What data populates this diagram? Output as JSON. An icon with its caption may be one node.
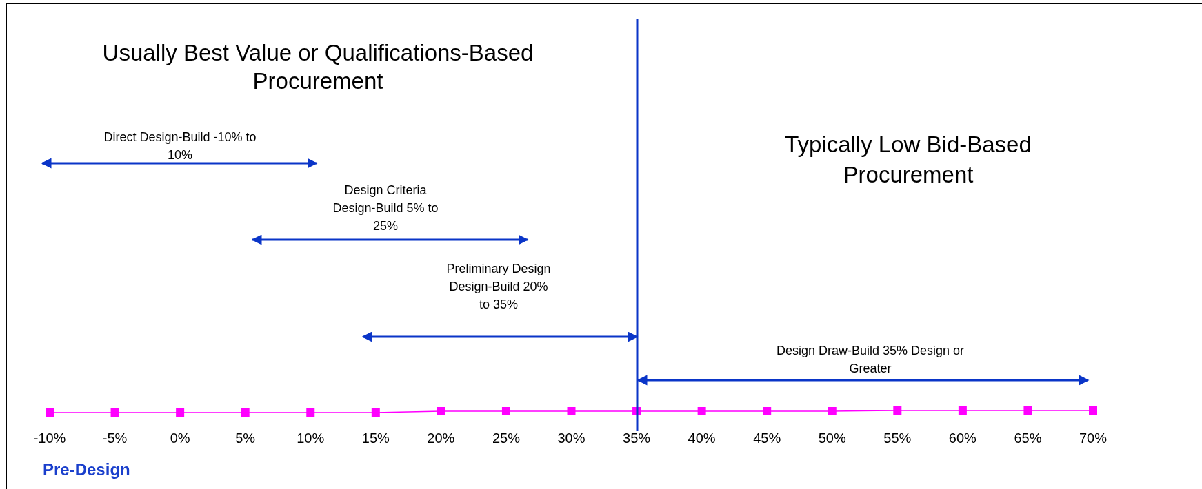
{
  "diagram": {
    "labels": [
      "Usually Best Value or Qualifications-Based Procurement",
      "Direct Design-Build -10% to 10%",
      "Design Criteria Design-Build 5% to 25%",
      "Preliminary Design Design-Build 20% to 35%",
      "Typically Low Bid-Based Procurement",
      "Design Draw-Build 35% Design or Greater",
      "-10%",
      "-5%",
      "0%",
      "5%",
      "10%",
      "15%",
      "20%",
      "25%",
      "30%",
      "35%",
      "40%",
      "45%",
      "50%",
      "55%",
      "60%",
      "65%",
      "70%",
      "Pre-Design"
    ]
  }
}
